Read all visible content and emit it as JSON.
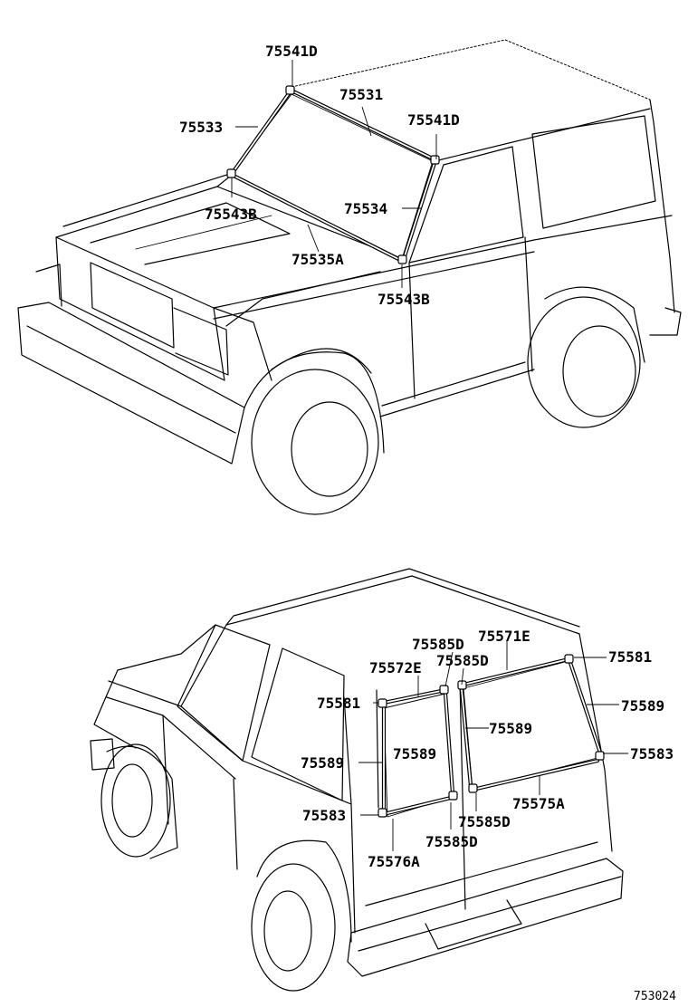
{
  "front_view": {
    "labels": {
      "l_75541d_top": "75541D",
      "l_75531": "75531",
      "l_75533": "75533",
      "l_75541d_right": "75541D",
      "l_75534": "75534",
      "l_75543b_left": "75543B",
      "l_75535a": "75535A",
      "l_75543b_right": "75543B"
    }
  },
  "rear_view": {
    "labels": {
      "l_75585d_a": "75585D",
      "l_75571e": "75571E",
      "l_75585d_b": "75585D",
      "l_75572e": "75572E",
      "l_75581_right": "75581",
      "l_75581_left": "75581",
      "l_75589_right": "75589",
      "l_75589_mid": "75589",
      "l_75589_inner": "75589",
      "l_75589_left": "75589",
      "l_75583_right": "75583",
      "l_75583_left": "75583",
      "l_75575a": "75575A",
      "l_75585d_c": "75585D",
      "l_75585d_d": "75585D",
      "l_75576a": "75576A"
    }
  },
  "reference_code": "753024"
}
